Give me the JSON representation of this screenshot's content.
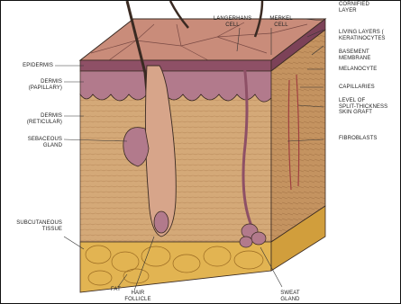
{
  "labels": {
    "cornified_layer": "CORNIFIED\nLAYER",
    "langerhans_cell": "LANGERHANS\nCELL",
    "merkel_cell": "MERKEL\nCELL",
    "living_layers": "LIVING LAYERS (\nKERATINOCYTES",
    "basement_membrane": "BASEMENT\nMEMBRANE",
    "melanocyte": "MELANOCYTE",
    "capillaries": "CAPILLARIES",
    "split_thickness": "LEVEL OF\nSPLIT-THICKNESS\nSKIN GRAFT",
    "fibroblasts": "FIBROBLASTS",
    "epidermis": "EPIDERMIS",
    "dermis_papillary": "DERMIS\n(PAPILLARY)",
    "dermis_reticular": "DERMIS\n(RETICULAR)",
    "sebaceous_gland": "SEBACEOUS\nGLAND",
    "subcutaneous_tissue": "SUBCUTANEOUS\nTISSUE",
    "fat": "FAT",
    "hair_follicle": "HAIR\nFOLLICLE",
    "sweat_gland": "SWEAT\nGLAND"
  },
  "colors": {
    "surface": "#c98c7a",
    "epidermis": "#8e5066",
    "papillary": "#b27a8c",
    "dermis": "#d4a978",
    "dermis_side": "#c49360",
    "fat": "#e2b452",
    "fat_side": "#d19e3c",
    "hair": "#3a2a22",
    "outline": "#3a2a22",
    "label_text": "#222222"
  }
}
